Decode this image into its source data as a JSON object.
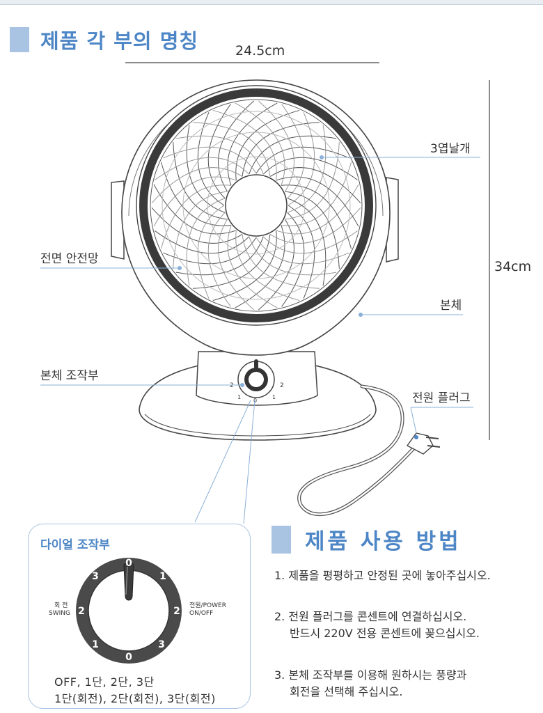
{
  "sections": {
    "parts_title": "제품 각 부의 명칭",
    "usage_title": "제품 사용 방법"
  },
  "dimensions": {
    "width": "24.5cm",
    "height": "34cm"
  },
  "parts": {
    "blades": "3엽날개",
    "front_guard": "전면 안전망",
    "body": "본체",
    "control": "본체 조작부",
    "plug": "전원 플러그"
  },
  "dial": {
    "title": "다이얼 조작부",
    "left_label_ko": "회 전",
    "left_label_en": "SWING",
    "right_label_ko": "전원/POWER",
    "right_label_en": "ON/OFF",
    "numbers": {
      "top": "0",
      "top_right": "1",
      "right": "2",
      "bottom_right": "3",
      "bottom": "0",
      "bottom_left": "1",
      "left": "2",
      "top_left": "3"
    },
    "modes_line1": "OFF, 1단, 2단, 3단",
    "modes_line2": "1단(회전), 2단(회전), 3단(회전)"
  },
  "usage": [
    {
      "num": "1.",
      "lines": [
        "제품을 평평하고 안정된 곳에 놓아주십시오."
      ]
    },
    {
      "num": "2.",
      "lines": [
        "전원 플러그를 콘센트에 연결하십시오.",
        "반드시 220V 전용 콘센트에 꽂으십시오."
      ]
    },
    {
      "num": "3.",
      "lines": [
        "본체 조작부를 이용해 원하시는 풍량과",
        "회전을 선택해 주십시오."
      ]
    }
  ],
  "colors": {
    "accent": "#4d86c6",
    "accent_light": "#a9c4e2",
    "line": "#555555"
  }
}
